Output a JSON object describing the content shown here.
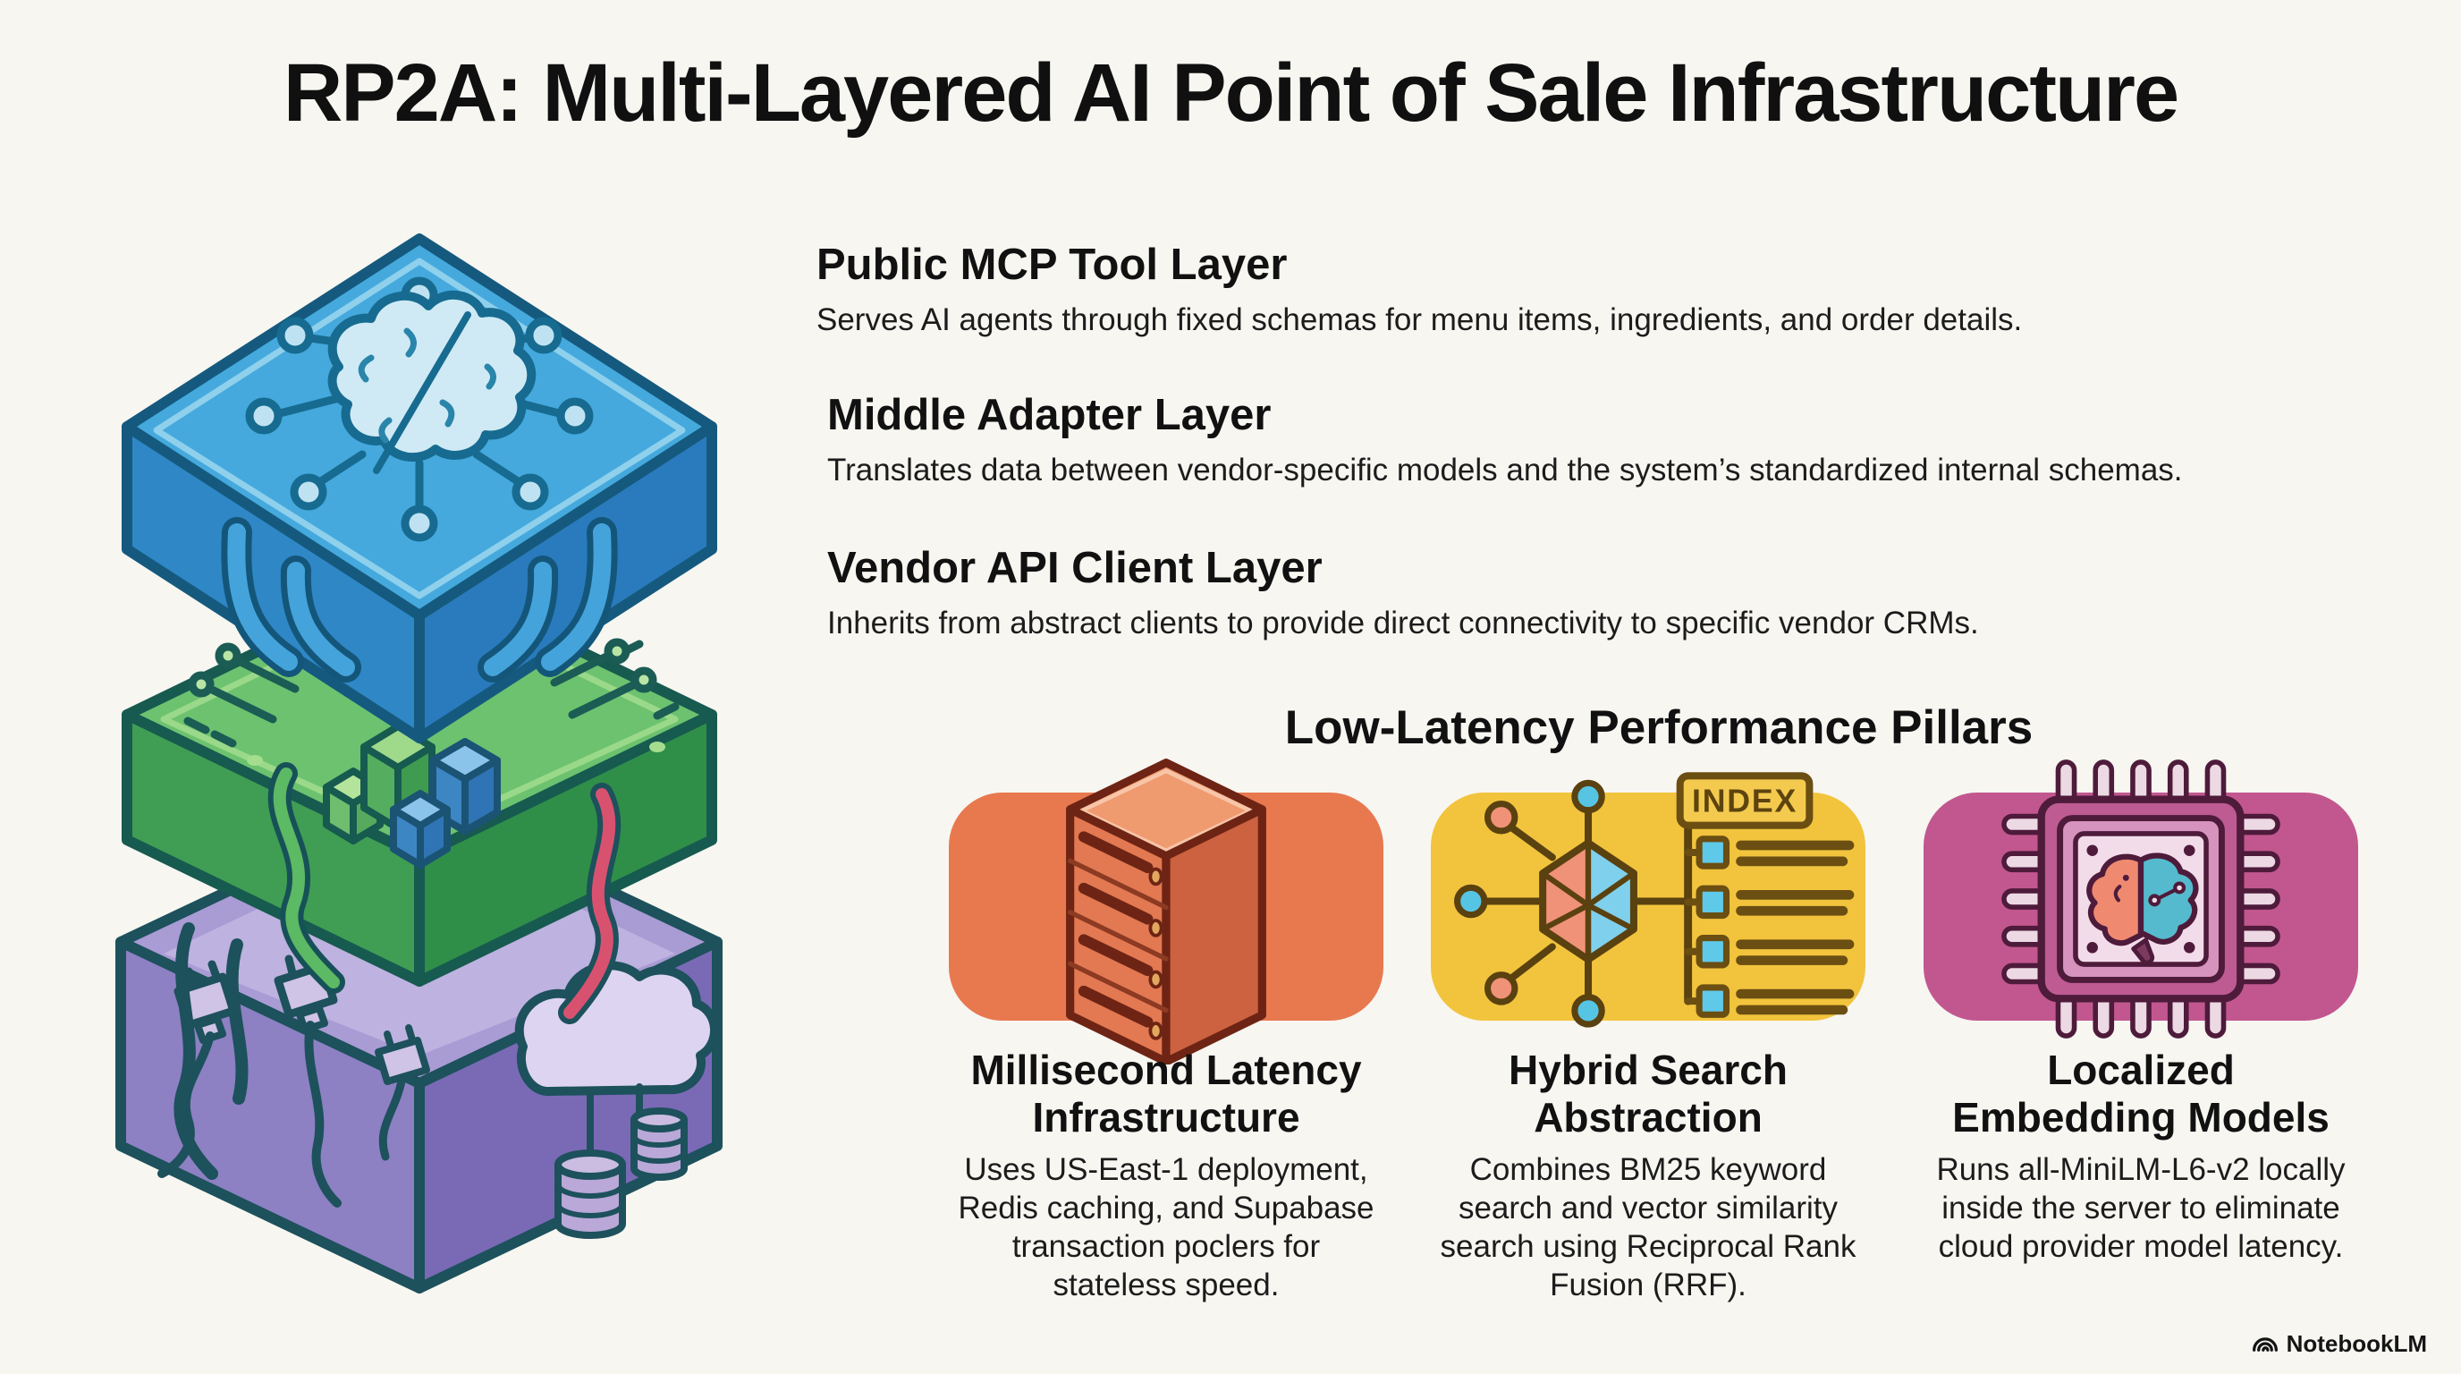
{
  "title": "RP2A: Multi-Layered AI Point of Sale Infrastructure",
  "layer_sections": [
    {
      "heading": "Public MCP Tool Layer",
      "description": "Serves AI agents through fixed schemas for menu items, ingredients, and order details."
    },
    {
      "heading": "Middle Adapter Layer",
      "description": "Translates data between vendor-specific models and the system’s standardized internal schemas."
    },
    {
      "heading": "Vendor API Client Layer",
      "description": "Inherits from abstract clients to provide direct connectivity to specific vendor CRMs."
    }
  ],
  "stack_diagram": {
    "layers": [
      {
        "name": "public-mcp-tool-layer",
        "icon": "brain-network-icon",
        "color": "#45A9DD"
      },
      {
        "name": "middle-adapter-layer",
        "icon": "circuit-cubes-icon",
        "color": "#6CC26F"
      },
      {
        "name": "vendor-api-client-layer",
        "icon": "plug-cloud-database-icon",
        "color": "#8D80C3"
      }
    ]
  },
  "pillars_section": {
    "heading": "Low-Latency Performance Pillars",
    "pillars": [
      {
        "title_lines": [
          "Millisecond Latency",
          "Infrastructure"
        ],
        "description": "Uses US-East-1 deployment, Redis caching, and Supabase transaction poclers for stateless speed.",
        "icon": "server-rack-icon",
        "accent_color": "#E8794F"
      },
      {
        "title_lines": [
          "Hybrid Search",
          "Abstraction"
        ],
        "description": "Combines BM25 keyword search and vector similarity search using Reciprocal Rank Fusion (RRF).",
        "icon": "vector-index-network-icon",
        "icon_label": "INDEX",
        "accent_color": "#F2C43D"
      },
      {
        "title_lines": [
          "Localized",
          "Embedding Models"
        ],
        "description": "Runs all-MiniLM-L6-v2 locally inside the server to eliminate cloud provider model latency.",
        "icon": "chip-brain-icon",
        "accent_color": "#C2578F"
      }
    ]
  },
  "watermark": {
    "label": "NotebookLM",
    "icon": "notebooklm-logo-icon"
  },
  "colors": {
    "background": "#F7F6F1",
    "title_text": "#101010",
    "body_text": "#1C1C1C"
  }
}
